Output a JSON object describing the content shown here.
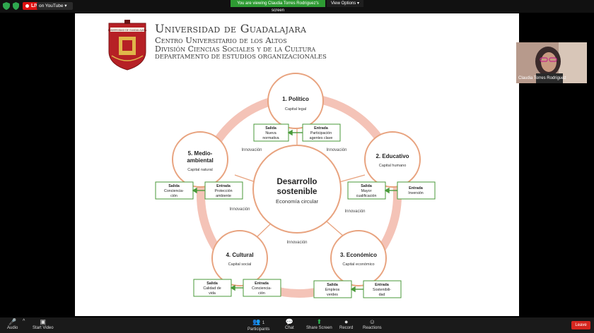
{
  "meeting": {
    "live_label": "LIVE",
    "stream_target": "on YouTube",
    "viewing_banner": "You are viewing Claudia Torres Rodriguez's screen",
    "view_options": "View Options",
    "participant_name": "Claudia Torres Rodriguez",
    "participant_count": "1",
    "leave_label": "Leave"
  },
  "toolbar": {
    "audio": "Audio",
    "start_video": "Start Video",
    "participants": "Participants",
    "chat": "Chat",
    "share_screen": "Share Screen",
    "record": "Record",
    "reactions": "Reactions"
  },
  "slide": {
    "university": "Universidad de Guadalajara",
    "centro": "Centro Universitario de los Altos",
    "division": "División Ciencias Sociales y de la Cultura",
    "departamento": "DEPARTAMENTO DE ESTUDIOS ORGANIZACIONALES",
    "seal_text": "UNIVERSIDAD DE GUADALAJARA"
  },
  "diagram": {
    "center_title_1": "Desarrollo",
    "center_title_2": "sostenible",
    "center_subtitle": "Economía circular",
    "nodes": [
      {
        "title": "1. Político",
        "subtitle": "Capital legal",
        "salida_label": "Salida",
        "salida_text_1": "Nueva",
        "salida_text_2": "normativa",
        "entrada_label": "Entrada",
        "entrada_text_1": "Participación",
        "entrada_text_2": "agentes clave"
      },
      {
        "title": "2. Educativo",
        "subtitle": "Capital humano",
        "salida_label": "Salida",
        "salida_text_1": "Mayor",
        "salida_text_2": "cualificación",
        "entrada_label": "Entrada",
        "entrada_text_1": "Inversión",
        "entrada_text_2": ""
      },
      {
        "title": "3. Económico",
        "subtitle": "Capital económico",
        "salida_label": "Salida",
        "salida_text_1": "Empleos",
        "salida_text_2": "verdes",
        "entrada_label": "Entrada",
        "entrada_text_1": "Sostenibili-",
        "entrada_text_2": "dad"
      },
      {
        "title": "4. Cultural",
        "subtitle": "Capital social",
        "salida_label": "Salida",
        "salida_text_1": "Calidad de",
        "salida_text_2": "vida",
        "entrada_label": "Entrada",
        "entrada_text_1": "Conciencia-",
        "entrada_text_2": "ción"
      },
      {
        "title_1": "5. Medio-",
        "title_2": "ambiental",
        "subtitle": "Capital natural",
        "salida_label": "Salida",
        "salida_text_1": "Concienciа-",
        "salida_text_2": "ción",
        "entrada_label": "Entrada",
        "entrada_text_1": "Protección",
        "entrada_text_2": "ambiente"
      }
    ],
    "innovation_label": "Innovación",
    "colors": {
      "ring": "#f4c3b7",
      "circle_stroke": "#e8a37f",
      "box_stroke": "#4a9a3a",
      "arrow": "#4a9a3a",
      "text": "#333333"
    }
  }
}
